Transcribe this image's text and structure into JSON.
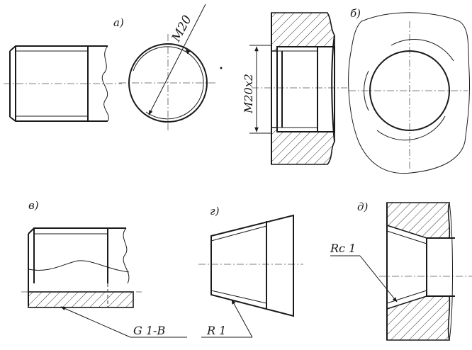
{
  "labels": {
    "a": "а)",
    "b": "б)",
    "v": "в)",
    "g": "г)",
    "d": "д)"
  },
  "dimensions": {
    "m20": "М20",
    "m20x2": "М20х2",
    "g1b": "G 1-B",
    "r1": "R 1",
    "rc1": "Rc 1"
  }
}
